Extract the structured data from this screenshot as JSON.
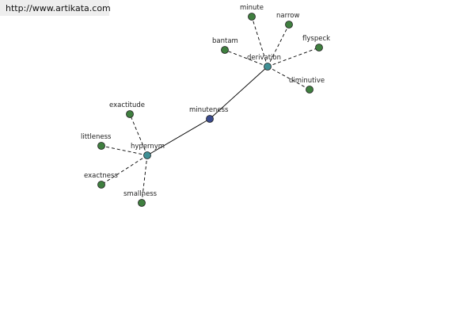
{
  "header": {
    "source_url": "http://www.artikata.com"
  },
  "graph": {
    "center": "minuteness",
    "relation_hubs": [
      "derivation",
      "hypernym"
    ],
    "derivation_terms": [
      "minute",
      "narrow",
      "bantam",
      "flyspeck",
      "diminutive"
    ],
    "hypernym_terms": [
      "exactitude",
      "littleness",
      "exactness",
      "smallness"
    ],
    "colors": {
      "center_node": "#3a4a8c",
      "hub_node": "#3f8f94",
      "leaf_node": "#3f7f3f",
      "edge": "#000000"
    }
  }
}
